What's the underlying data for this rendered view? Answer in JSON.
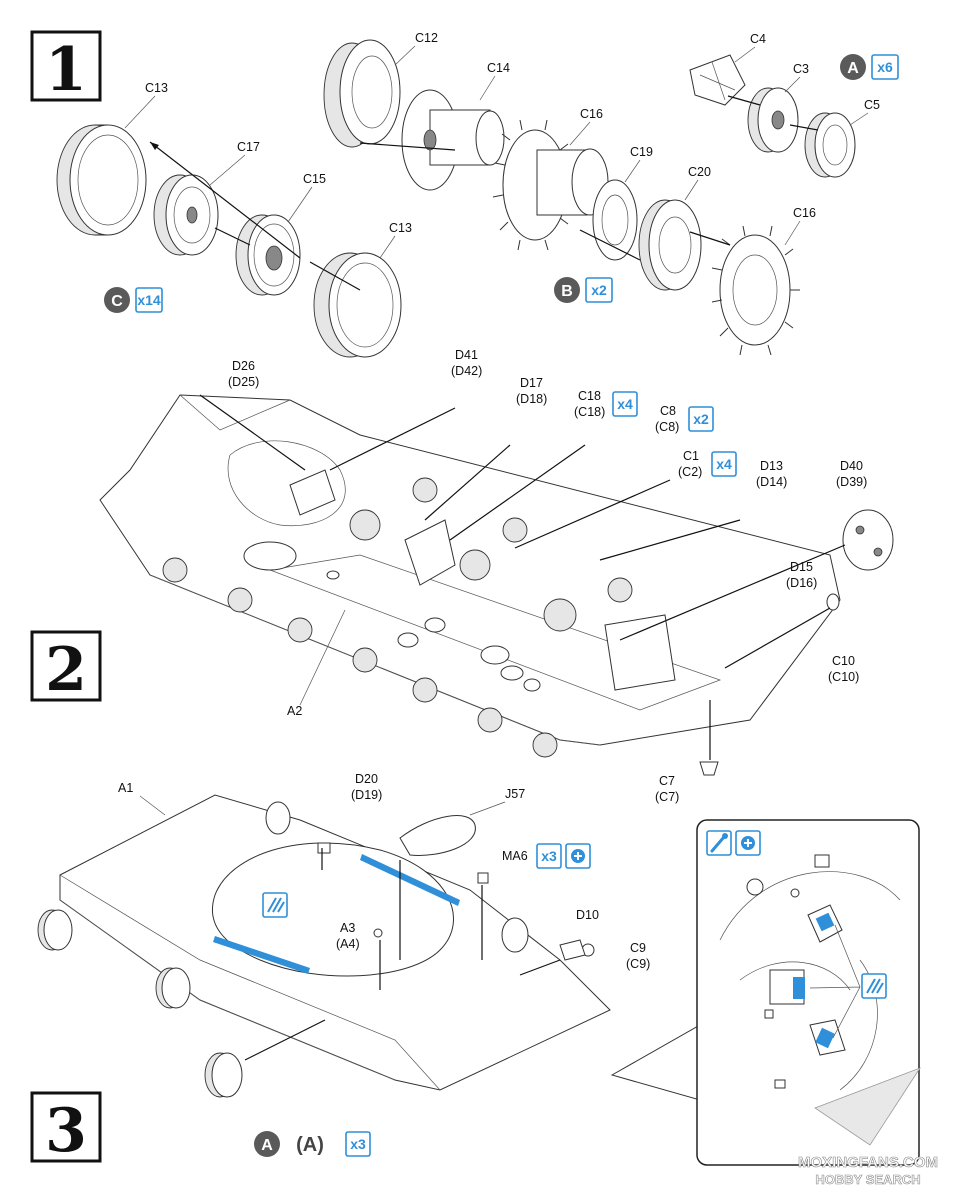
{
  "steps": [
    {
      "number": "1"
    },
    {
      "number": "2"
    },
    {
      "number": "3"
    }
  ],
  "step1": {
    "labels": {
      "c13_left": "C13",
      "c17": "C17",
      "c15": "C15",
      "c13_right": "C13",
      "c12": "C12",
      "c14": "C14",
      "c16_top": "C16",
      "c19": "C19",
      "c20": "C20",
      "c16_right": "C16",
      "c4": "C4",
      "c3": "C3",
      "c5": "C5"
    },
    "callouts": {
      "a": {
        "letter": "A",
        "qty": "x6"
      },
      "b": {
        "letter": "B",
        "qty": "x2"
      },
      "c": {
        "letter": "C",
        "qty": "x14"
      }
    }
  },
  "step2": {
    "labels": {
      "d26": "D26",
      "d25": "(D25)",
      "d41": "D41",
      "d42": "(D42)",
      "d17": "D17",
      "d18": "(D18)",
      "c18": "C18",
      "c18b": "(C18)",
      "c18_qty": "x4",
      "c8": "C8",
      "c8b": "(C8)",
      "c8_qty": "x2",
      "c1": "C1",
      "c2": "(C2)",
      "c1_qty": "x4",
      "d13": "D13",
      "d14": "(D14)",
      "d40": "D40",
      "d39": "(D39)",
      "d15": "D15",
      "d16": "(D16)",
      "c10": "C10",
      "c10b": "(C10)",
      "a2": "A2",
      "c7": "C7",
      "c7b": "(C7)"
    }
  },
  "step3": {
    "labels": {
      "a1": "A1",
      "d20": "D20",
      "d19": "(D19)",
      "j57": "J57",
      "ma6": "MA6",
      "ma6_qty": "x3",
      "a3": "A3",
      "a4": "(A4)",
      "d10": "D10",
      "c9": "C9",
      "c9b": "(C9)"
    },
    "callout": {
      "letter": "A",
      "letter_paren": "(A)",
      "qty": "x3"
    }
  },
  "icons": [
    "paint-brush-icon",
    "paint-color-icon",
    "hatched-paint-icon",
    "wheel-icon",
    "sprocket-icon",
    "hull-icon"
  ],
  "colors": {
    "accent_blue": "#2f8fd8",
    "callout_gray": "#5a5a5a"
  },
  "watermark": {
    "line1": "MOXINGFANS.COM",
    "line2": "HOBBY SEARCH"
  }
}
